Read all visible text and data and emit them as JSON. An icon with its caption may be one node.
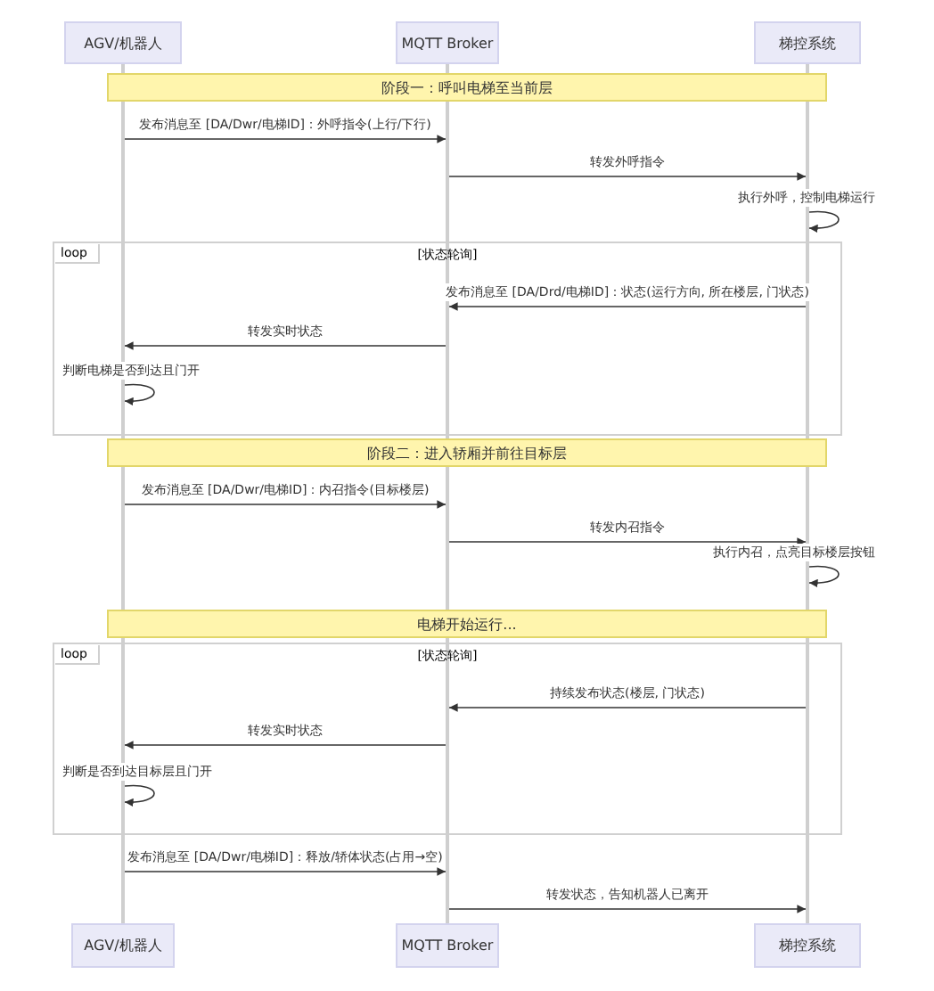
{
  "diagram": {
    "nodes": [
      {
        "text": [
          "AGV/机器人"
        ]
      },
      {
        "text": [
          "MQTT Broker"
        ]
      },
      {
        "text": [
          "梯控系统"
        ]
      },
      {
        "text": [],
        "shape": "line"
      },
      {
        "text": [],
        "shape": "line"
      },
      {
        "text": [],
        "shape": "line"
      },
      {
        "text": [
          "阶段一：呼叫电梯至当前层"
        ]
      },
      {
        "text": [
          "阶段二：进入轿厢并前往目标层"
        ]
      },
      {
        "text": [
          "电梯开始运行..."
        ]
      },
      {
        "text": [
          "AGV/机器人"
        ]
      },
      {
        "text": [
          "MQTT Broker"
        ]
      },
      {
        "text": [
          "梯控系统"
        ]
      }
    ],
    "edges": [
      {
        "from": 3,
        "to": 4,
        "arrow": "to",
        "label": "发布消息至 [DA/Dwr/电梯ID]：外呼指令(上行/下行)"
      },
      {
        "from": 4,
        "to": 5,
        "arrow": "to",
        "label": "转发外呼指令"
      },
      {
        "from": 5,
        "to": 5,
        "arrow": "to",
        "label": "执行外呼，控制电梯运行"
      },
      {
        "from": 5,
        "to": 4,
        "arrow": "to",
        "label": "发布消息至 [DA/Drd/电梯ID]：状态(运行方向, 所在楼层, 门状态)"
      },
      {
        "from": 4,
        "to": 3,
        "arrow": "to",
        "label": "转发实时状态"
      },
      {
        "from": 3,
        "to": 3,
        "arrow": "to",
        "label": "判断电梯是否到达且门开"
      },
      {
        "from": 3,
        "to": 4,
        "arrow": "to",
        "label": "发布消息至 [DA/Dwr/电梯ID]：内召指令(目标楼层)"
      },
      {
        "from": 4,
        "to": 5,
        "arrow": "to",
        "label": "转发内召指令"
      },
      {
        "from": 5,
        "to": 5,
        "arrow": "to",
        "label": "执行内召，点亮目标楼层按钮"
      },
      {
        "from": 5,
        "to": 4,
        "arrow": "to",
        "label": "持续发布状态(楼层, 门状态)"
      },
      {
        "from": 4,
        "to": 3,
        "arrow": "to",
        "label": "转发实时状态"
      },
      {
        "from": 3,
        "to": 3,
        "arrow": "to",
        "label": "判断是否到达目标层且门开"
      },
      {
        "from": 3,
        "to": 4,
        "arrow": "to",
        "label": "发布消息至 [DA/Dwr/电梯ID]：释放/轿体状态(占用→空)"
      },
      {
        "from": 4,
        "to": 5,
        "arrow": "to",
        "label": "转发状态，告知机器人已离开"
      }
    ],
    "labels": [
      "loop",
      "[状态轮询]",
      "loop",
      "[状态轮询]"
    ]
  }
}
